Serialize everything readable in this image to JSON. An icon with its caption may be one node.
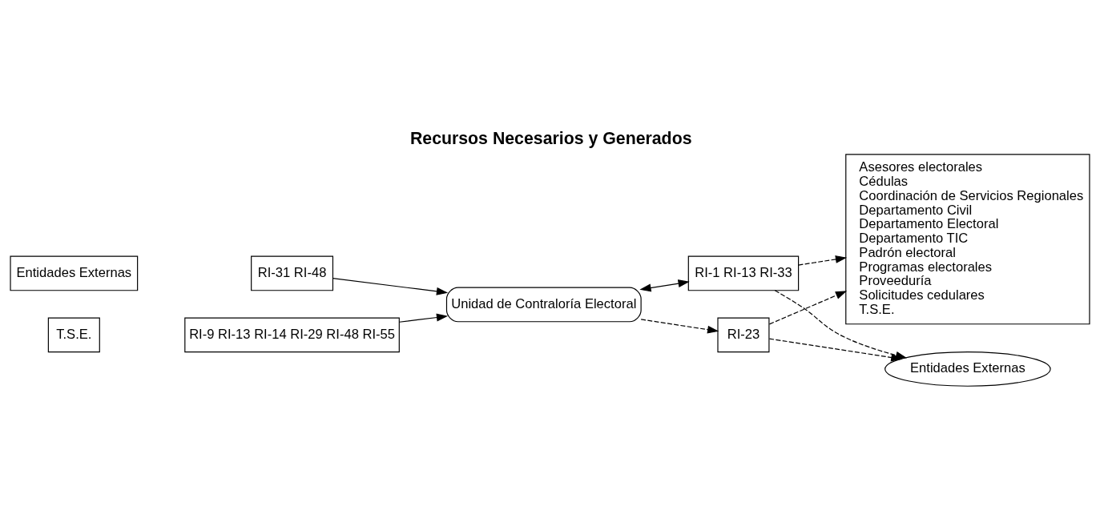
{
  "diagram": {
    "title": "Recursos Necesarios y Generados",
    "nodes": [
      {
        "text": [
          "Entidades Externas"
        ]
      },
      {
        "text": [
          "RI-31 RI-48"
        ]
      },
      {
        "text": [
          "T.S.E."
        ]
      },
      {
        "text": [
          "RI-9 RI-13 RI-14 RI-29 RI-48 RI-55"
        ]
      },
      {
        "text": [
          "Unidad de Contraloría Electoral"
        ]
      },
      {
        "text": [
          "RI-1 RI-13 RI-33"
        ]
      },
      {
        "text": [
          "Asesores electorales",
          "Cédulas",
          "Coordinación de Servicios Regionales",
          "Departamento Civil",
          "Departamento Electoral",
          "Departamento TIC",
          "Padrón electoral",
          "Programas electorales",
          "Proveeduría",
          "Solicitudes cedulares",
          "T.S.E."
        ]
      },
      {
        "text": [
          "RI-23"
        ]
      },
      {
        "text": [
          "Entidades Externas"
        ]
      }
    ],
    "edges": [
      {
        "from": 1,
        "to": 4,
        "arrow": "to"
      },
      {
        "from": 3,
        "to": 4,
        "arrow": "to"
      },
      {
        "from": 4,
        "to": 5,
        "arrow": "both"
      },
      {
        "from": 5,
        "to": 6,
        "arrow": "to",
        "style": "dashed"
      },
      {
        "from": 4,
        "to": 7,
        "arrow": "to",
        "style": "dashed"
      },
      {
        "from": 7,
        "to": 6,
        "arrow": "to",
        "style": "dashed"
      },
      {
        "from": 7,
        "to": 8,
        "arrow": "to",
        "style": "dashed"
      },
      {
        "from": 5,
        "to": 8,
        "arrow": "to",
        "style": "dashed"
      }
    ]
  }
}
